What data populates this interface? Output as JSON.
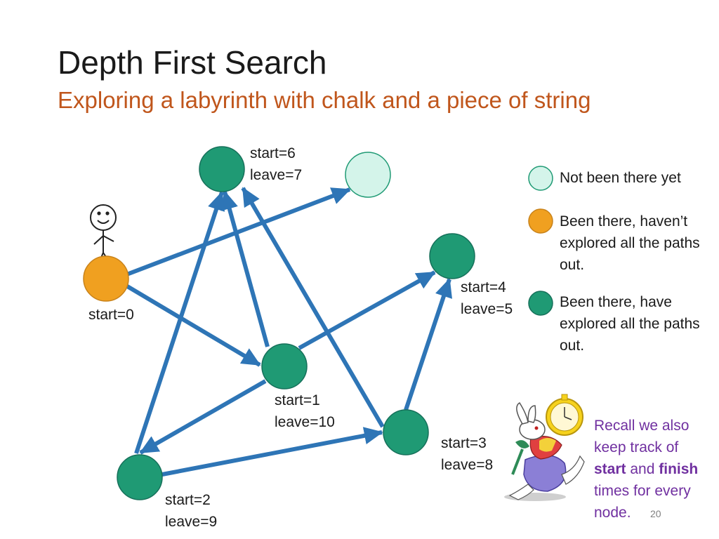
{
  "slide": {
    "title": "Depth First Search",
    "subtitle": "Exploring a labyrinth with chalk and a piece of string",
    "page_number": "20"
  },
  "nodes": {
    "n0": {
      "label": "start=0",
      "state": "in-progress",
      "color": "#f0a020"
    },
    "n1": {
      "label": "start=1\nleave=10",
      "state": "done",
      "color": "#1f9a74"
    },
    "n2": {
      "label": "start=2\nleave=9",
      "state": "done",
      "color": "#1f9a74"
    },
    "n3": {
      "label": "start=3\nleave=8",
      "state": "done",
      "color": "#1f9a74"
    },
    "n4": {
      "label": "start=4\nleave=5",
      "state": "done",
      "color": "#1f9a74"
    },
    "n6": {
      "label": "start=6\nleave=7",
      "state": "done",
      "color": "#1f9a74"
    },
    "nu": {
      "label": "",
      "state": "unvisited",
      "color": "#d4f4ea"
    }
  },
  "edges": [
    [
      "n0",
      "nu"
    ],
    [
      "n0",
      "n1"
    ],
    [
      "n1",
      "n6"
    ],
    [
      "n1",
      "n4"
    ],
    [
      "n1",
      "n2"
    ],
    [
      "n2",
      "n6"
    ],
    [
      "n2",
      "n3"
    ],
    [
      "n3",
      "n6"
    ],
    [
      "n3",
      "n4"
    ]
  ],
  "legend": [
    {
      "text": "Not been there yet",
      "color": "#d4f4ea"
    },
    {
      "text": "Been there, haven’t explored all the paths out.",
      "color": "#f0a020"
    },
    {
      "text": "Been there, have explored all the paths out.",
      "color": "#1f9a74"
    }
  ],
  "recall": {
    "part1": "Recall we also keep track of ",
    "start_word": "start",
    "part2": " and ",
    "finish_word": "finish",
    "part3": " times for every node."
  },
  "colors": {
    "edge": "#2e75b6",
    "title": "#1a1a1a",
    "subtitle": "#c0561c",
    "recall": "#7030a0"
  }
}
